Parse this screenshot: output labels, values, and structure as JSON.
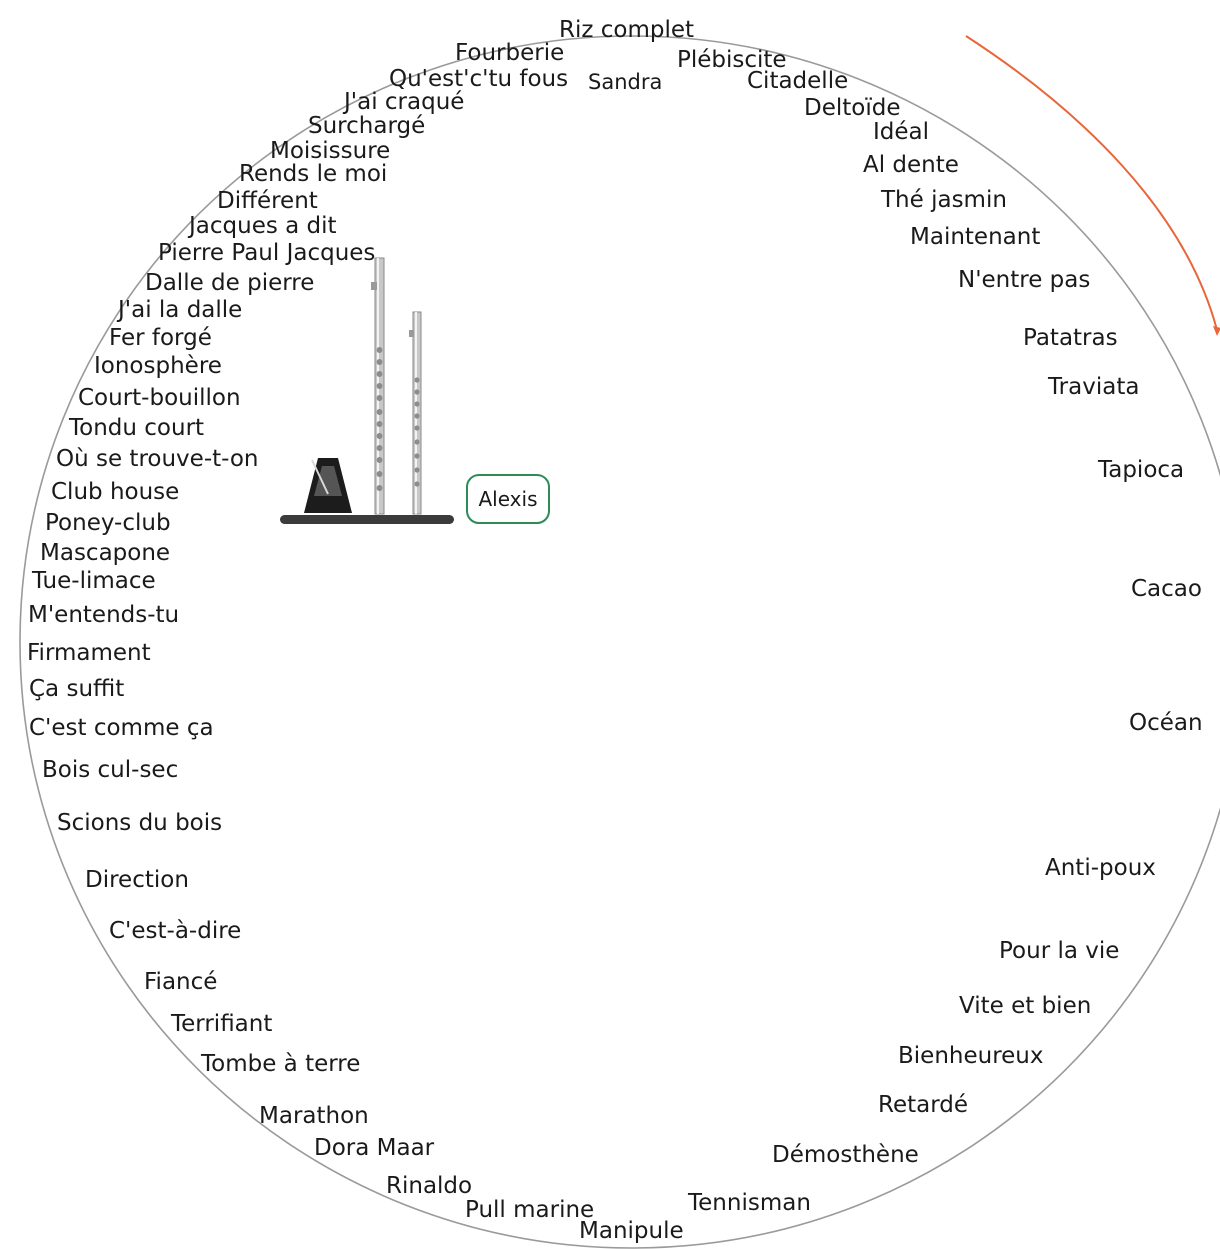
{
  "center_label": "Alexis",
  "sandra_label": "Sandra",
  "words": [
    "Riz complet",
    "Fourberie",
    "Plébiscite",
    "Qu'est'c'tu fous",
    "Citadelle",
    "Deltoïde",
    "J'ai craqué",
    "Surchargé",
    "Idéal",
    "Moisissure",
    "Al dente",
    "Rends le moi",
    "Différent",
    "Thé jasmin",
    "Jacques a dit",
    "Maintenant",
    "Pierre Paul Jacques",
    "N'entre pas",
    "Dalle de pierre",
    "J'ai la dalle",
    "Fer forgé",
    "Patatras",
    "Ionosphère",
    "Traviata",
    "Court-bouillon",
    "Tondu court",
    "Où se trouve-t-on",
    "Tapioca",
    "Club house",
    "Poney-club",
    "Mascapone",
    "Tue-limace",
    "Cacao",
    "M'entends-tu",
    "Firmament",
    "Ça suffit",
    "C'est comme ça",
    "Océan",
    "Bois cul-sec",
    "Scions du bois",
    "Anti-poux",
    "Direction",
    "C'est-à-dire",
    "Pour la vie",
    "Fiancé",
    "Vite et bien",
    "Terrifiant",
    "Bienheureux",
    "Tombe à terre",
    "Retardé",
    "Marathon",
    "Dora Maar",
    "Démosthène",
    "Rinaldo",
    "Tennisman",
    "Pull marine",
    "Manipule"
  ],
  "colors": {
    "circle_stroke": "#9a9a9a",
    "arrow": "#e8663a",
    "label_border": "#2e8b57",
    "text": "#1a1a1a"
  },
  "icons": [
    "flute-icon",
    "piccolo-icon",
    "metronome-icon",
    "shelf-icon",
    "arrow-icon"
  ]
}
